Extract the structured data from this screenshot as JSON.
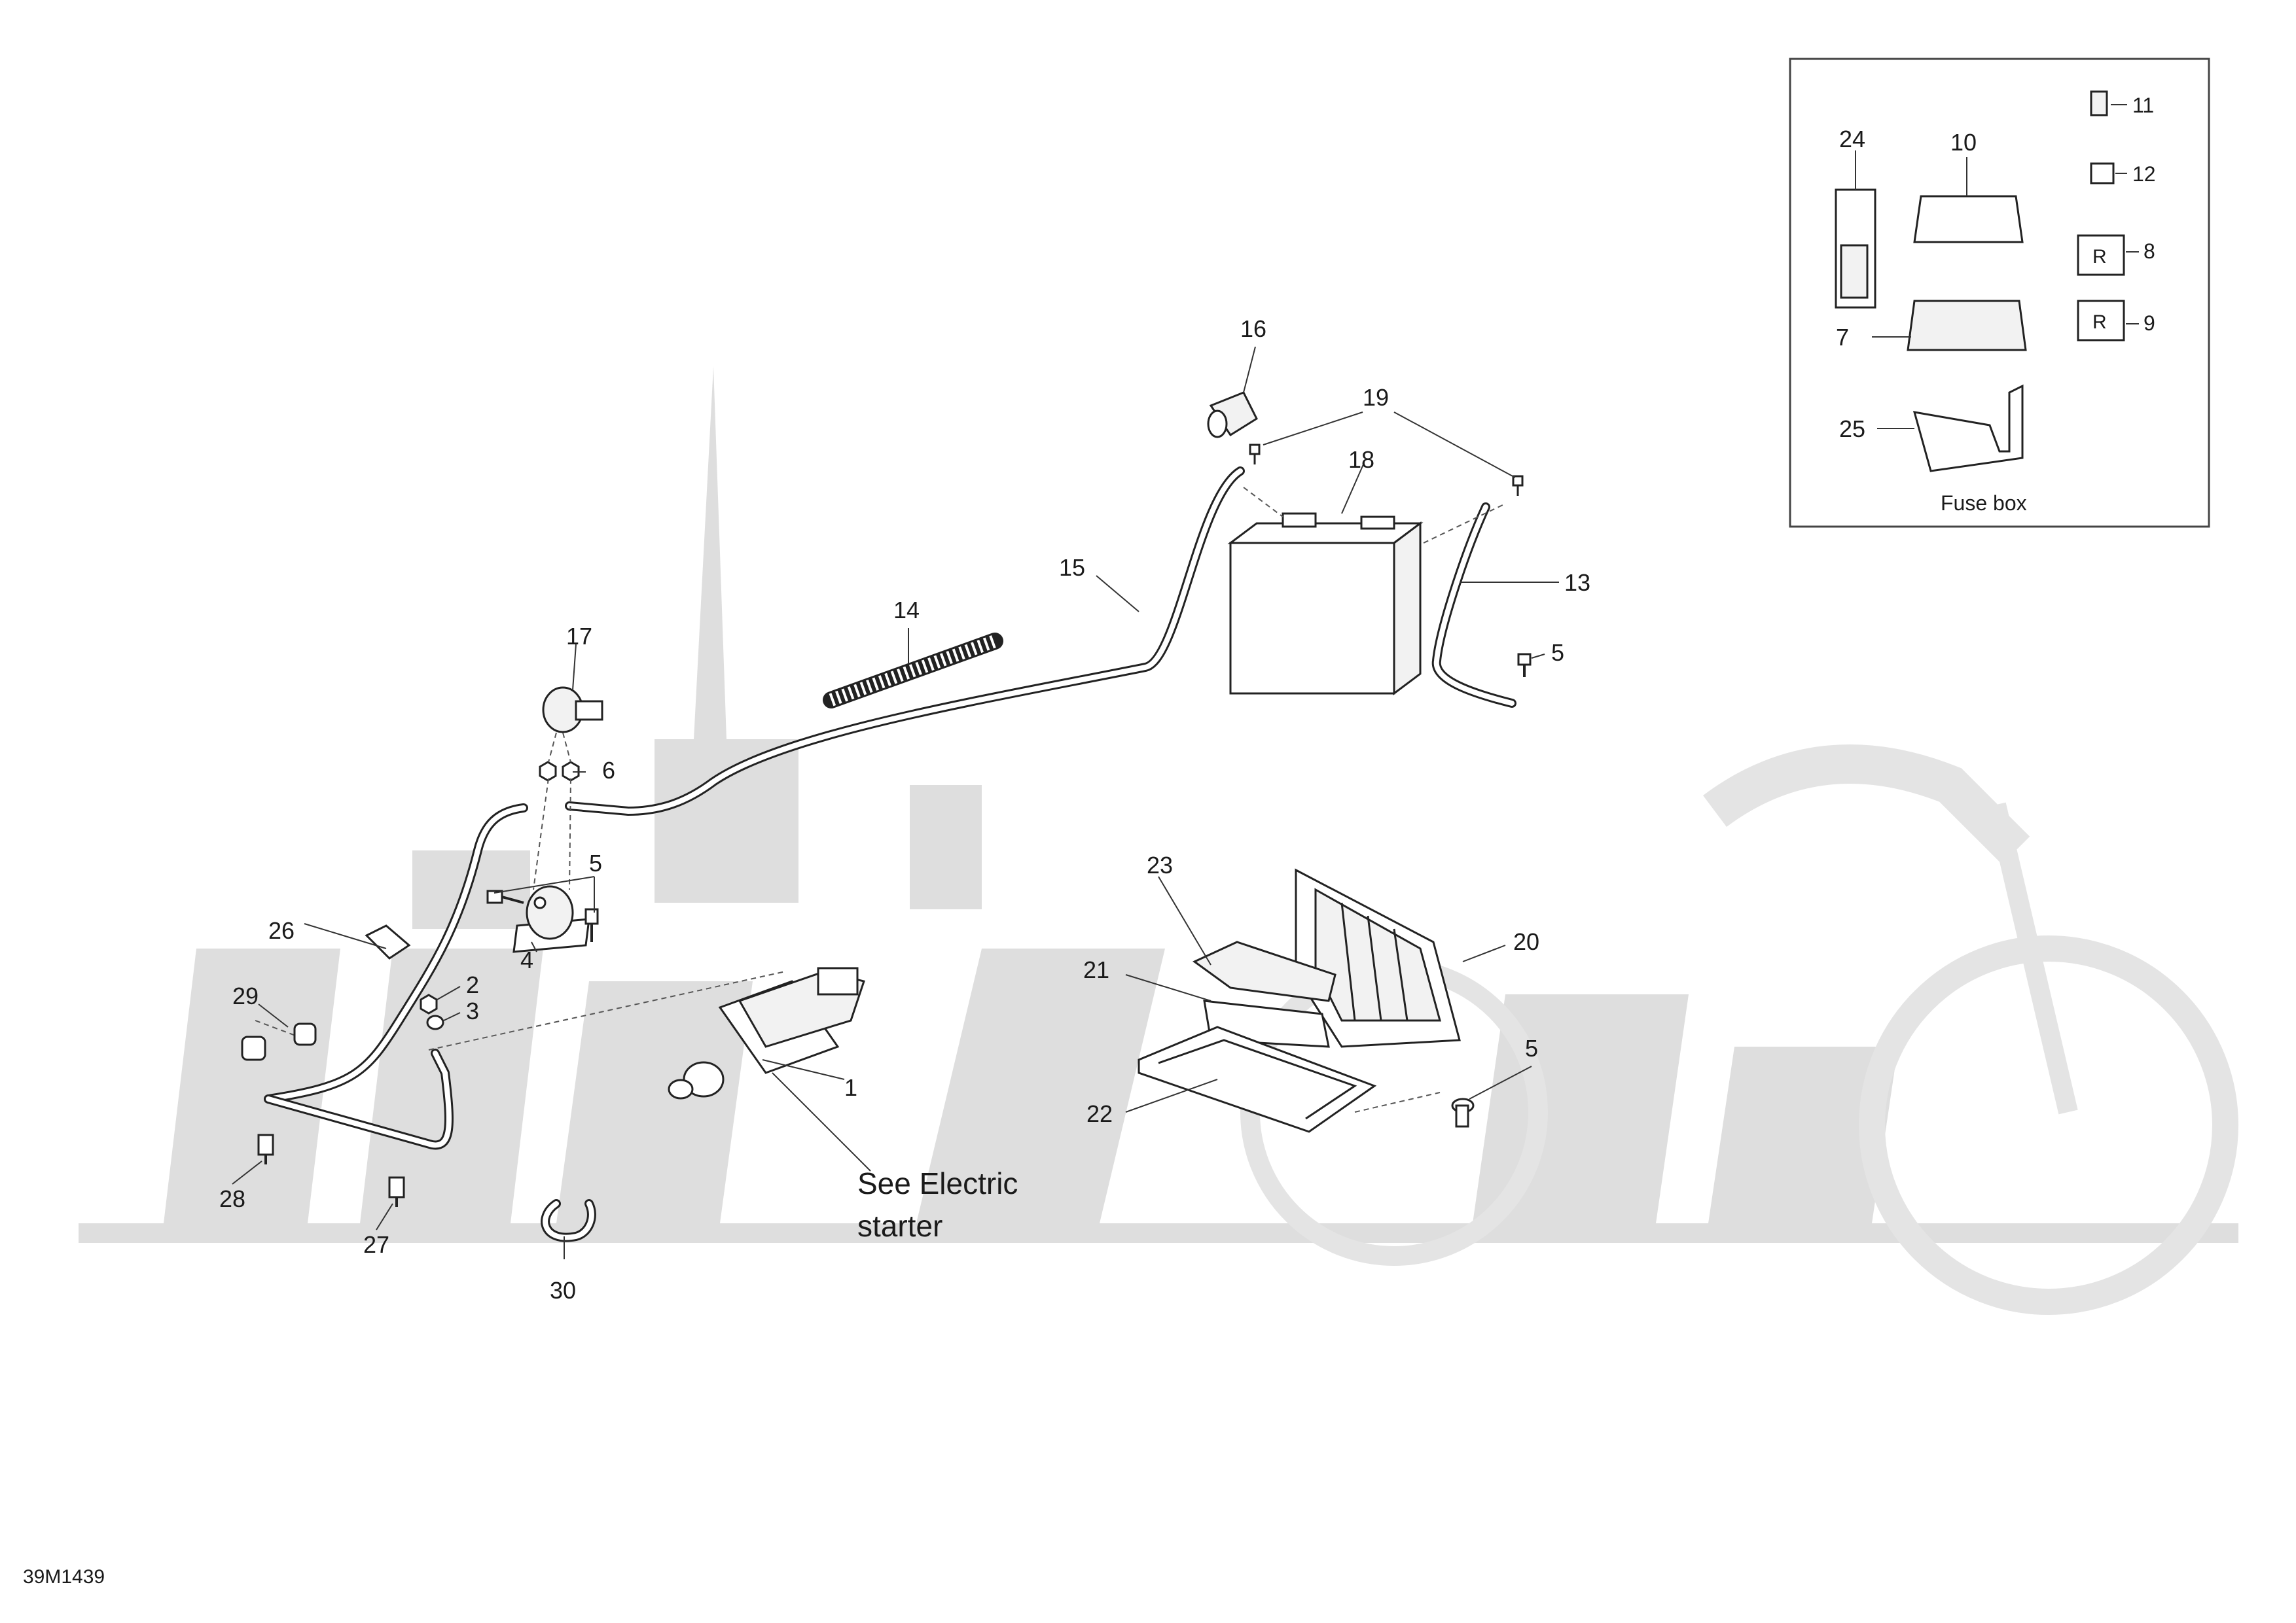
{
  "diagram_code": "39M1439",
  "fuse_box": {
    "title": "Fuse box",
    "relay_mark": "R"
  },
  "note": {
    "line1": "See Electric",
    "line2": "starter"
  },
  "callouts": {
    "c1": "1",
    "c2": "2",
    "c3": "3",
    "c4": "4",
    "c5a": "5",
    "c5b": "5",
    "c5c": "5",
    "c6": "6",
    "c7": "7",
    "c8": "8",
    "c9": "9",
    "c10": "10",
    "c11": "11",
    "c12": "12",
    "c13": "13",
    "c14": "14",
    "c15": "15",
    "c16": "16",
    "c17": "17",
    "c18": "18",
    "c19": "19",
    "c20": "20",
    "c21": "21",
    "c22": "22",
    "c23": "23",
    "c24": "24",
    "c25": "25",
    "c26": "26",
    "c27": "27",
    "c28": "28",
    "c29": "29",
    "c30": "30"
  },
  "colors": {
    "line": "#222222",
    "watermark": "#dedede"
  }
}
